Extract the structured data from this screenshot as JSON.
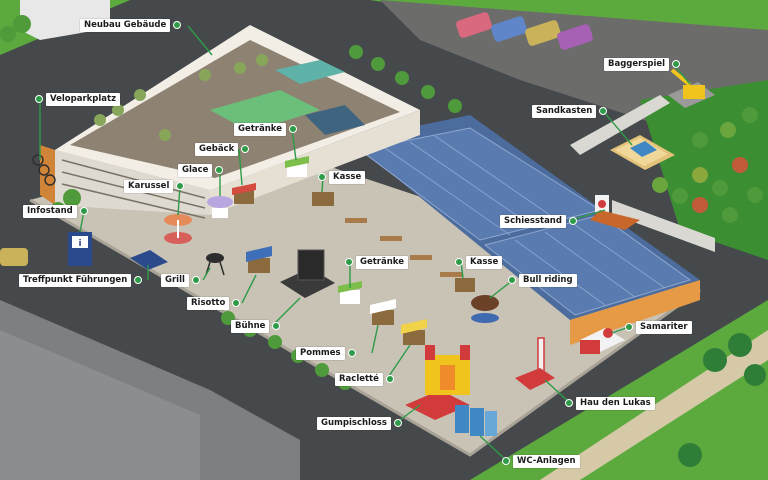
{
  "colors": {
    "accent_green": "#2e9b48",
    "asphalt": "#3f4346",
    "plaza": "#c9c3b6",
    "grass": "#5caa3e",
    "solar": "#4d6c9e",
    "roof": "#8e8272",
    "facade_orange": "#e69a45"
  },
  "labels": [
    {
      "id": "neubau",
      "text": "Neubau Gebäude"
    },
    {
      "id": "veloparkplatz",
      "text": "Veloparkplatz"
    },
    {
      "id": "baggerspiel",
      "text": "Baggerspiel"
    },
    {
      "id": "sandkasten",
      "text": "Sandkasten"
    },
    {
      "id": "getraenke1",
      "text": "Getränke"
    },
    {
      "id": "gebaeck",
      "text": "Gebäck"
    },
    {
      "id": "glace",
      "text": "Glace"
    },
    {
      "id": "kasse1",
      "text": "Kasse"
    },
    {
      "id": "karussel",
      "text": "Karussel"
    },
    {
      "id": "infostand",
      "text": "Infostand"
    },
    {
      "id": "schiesstand",
      "text": "Schiesstand"
    },
    {
      "id": "treffpunkt",
      "text": "Treffpunkt Führungen"
    },
    {
      "id": "grill",
      "text": "Grill"
    },
    {
      "id": "getraenke2",
      "text": "Getränke"
    },
    {
      "id": "kasse2",
      "text": "Kasse"
    },
    {
      "id": "bullriding",
      "text": "Bull riding"
    },
    {
      "id": "risotto",
      "text": "Risotto"
    },
    {
      "id": "samariter",
      "text": "Samariter"
    },
    {
      "id": "buehne",
      "text": "Bühne"
    },
    {
      "id": "pommes",
      "text": "Pommes"
    },
    {
      "id": "raclette",
      "text": "Racletté"
    },
    {
      "id": "haudenlukas",
      "text": "Hau den Lukas"
    },
    {
      "id": "gumpischloss",
      "text": "Gumpischloss"
    },
    {
      "id": "wc",
      "text": "WC-Anlagen"
    }
  ]
}
